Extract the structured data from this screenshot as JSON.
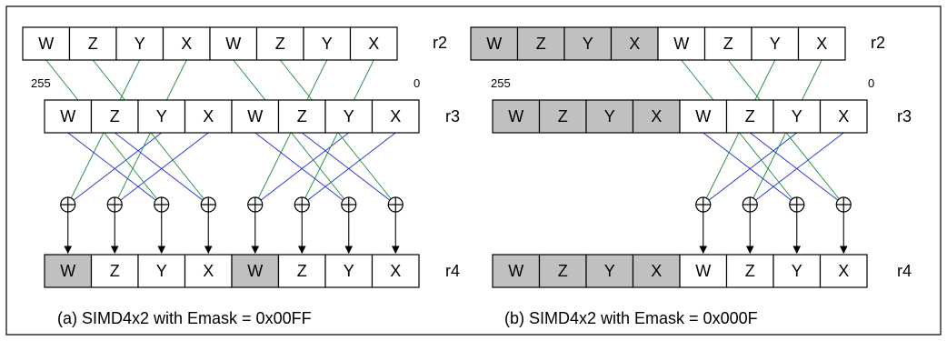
{
  "lanes": [
    "W",
    "Z",
    "Y",
    "X",
    "W",
    "Z",
    "Y",
    "X"
  ],
  "register_labels": {
    "r2": "r2",
    "r3": "r3",
    "r4": "r4"
  },
  "bit_high": "255",
  "bit_low": "0",
  "colors": {
    "disabled_fill": "#c0c0c0",
    "enabled_fill": "#ffffff",
    "green_line": "#1e8a3c",
    "blue_line": "#1f2fd0",
    "frame": "#000000"
  },
  "panels": [
    {
      "id": "a",
      "caption": "(a) SIMD4x2 with Emask = 0x00FF",
      "r2_gray": [],
      "r3_gray": [],
      "r4_gray": [
        0,
        4
      ],
      "active_lanes": [
        0,
        1,
        2,
        3,
        4,
        5,
        6,
        7
      ]
    },
    {
      "id": "b",
      "caption": "(b) SIMD4x2 with Emask = 0x000F",
      "r2_gray": [
        0,
        1,
        2,
        3
      ],
      "r3_gray": [
        0,
        1,
        2,
        3
      ],
      "r4_gray": [
        0,
        1,
        2,
        3
      ],
      "active_lanes": [
        4,
        5,
        6,
        7
      ]
    }
  ]
}
